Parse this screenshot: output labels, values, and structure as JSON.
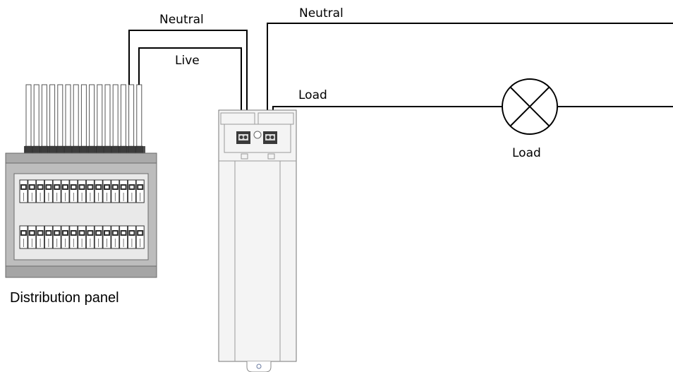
{
  "labels": {
    "neutral_panel": "Neutral",
    "neutral_right": "Neutral",
    "live": "Live",
    "load_wire": "Load",
    "load_lamp": "Load",
    "panel": "Distribution panel"
  },
  "colors": {
    "wire": "#000000",
    "panel_body": "#b9b9b9",
    "device_body": "#f4f4f4"
  },
  "icons": [
    "lamp-symbol",
    "distribution-panel",
    "din-rail-device"
  ]
}
